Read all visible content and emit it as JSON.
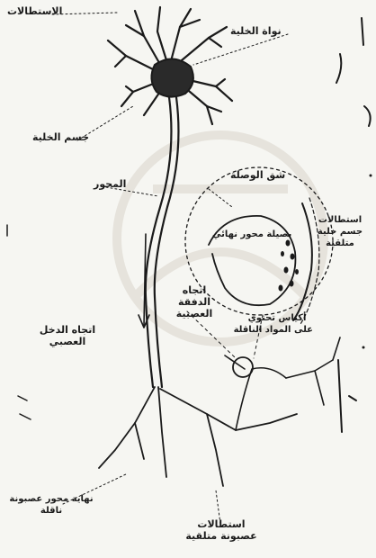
{
  "labels": {
    "dendrites_top": "الاستطالات",
    "nucleus": "نواة الخلية",
    "cell_body": "جسم الخلية",
    "axon": "المحور",
    "synaptic_cleft": "شق الوصلة",
    "terminal_button": "بصيلة محور نهائي",
    "postsynaptic_line1": "استطالات",
    "postsynaptic_line2": "جسم خلية",
    "postsynaptic_line3": "متلقية",
    "vesicles_line1": "أكياس تحتوي",
    "vesicles_line2": "على المواد الناقلة",
    "impulse_dir_line1": "اتجاه",
    "impulse_dir_line2": "الدفقة",
    "impulse_dir_line3": "العصبية",
    "input_dir_line1": "اتجاه الدخل",
    "input_dir_line2": "العصبي",
    "axon_end_line1": "نهاية محور عصبونة",
    "axon_end_line2": "ناقلة",
    "bottom_line1": "استطالات",
    "bottom_line2": "عصبونة متلقية"
  },
  "colors": {
    "ink": "#1a1a1a",
    "paper": "#f6f6f2",
    "watermark": "#e6e3dc"
  }
}
